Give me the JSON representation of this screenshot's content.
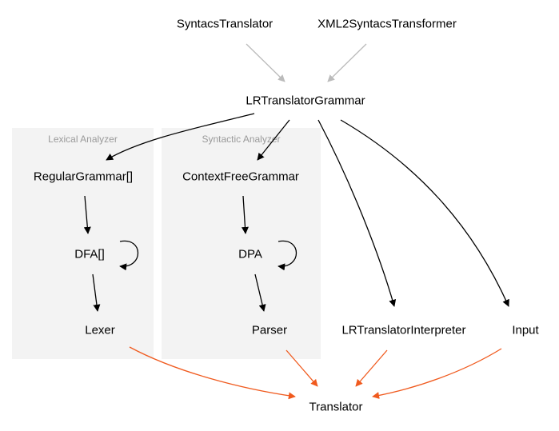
{
  "colors": {
    "default_edge": "#000000",
    "dependency_edge": "#bbbbbb",
    "output_edge": "#f05a1e",
    "cluster_fill": "#f3f3f3",
    "cluster_label": "#9a9a9a"
  },
  "clusters": [
    {
      "id": "lexical",
      "label": "Lexical Analyzer"
    },
    {
      "id": "syntactic",
      "label": "Syntactic Analyzer"
    }
  ],
  "nodes": {
    "syntacs_translator": "SyntacsTranslator",
    "xml2syntacs_transformer": "XML2SyntacsTransformer",
    "lr_translator_grammar": "LRTranslatorGrammar",
    "regular_grammar": "RegularGrammar[]",
    "context_free_grammar": "ContextFreeGrammar",
    "dfa": "DFA[]",
    "dpa": "DPA",
    "lexer": "Lexer",
    "parser": "Parser",
    "lr_translator_interpreter": "LRTranslatorInterpreter",
    "input": "Input",
    "translator": "Translator"
  },
  "edges": [
    {
      "from": "syntacs_translator",
      "to": "lr_translator_grammar",
      "style": "dependency"
    },
    {
      "from": "xml2syntacs_transformer",
      "to": "lr_translator_grammar",
      "style": "dependency"
    },
    {
      "from": "lr_translator_grammar",
      "to": "regular_grammar",
      "style": "default"
    },
    {
      "from": "lr_translator_grammar",
      "to": "context_free_grammar",
      "style": "default"
    },
    {
      "from": "lr_translator_grammar",
      "to": "lr_translator_interpreter",
      "style": "default"
    },
    {
      "from": "lr_translator_grammar",
      "to": "input",
      "style": "default"
    },
    {
      "from": "regular_grammar",
      "to": "dfa",
      "style": "default"
    },
    {
      "from": "dfa",
      "to": "dfa",
      "style": "default"
    },
    {
      "from": "dfa",
      "to": "lexer",
      "style": "default"
    },
    {
      "from": "context_free_grammar",
      "to": "dpa",
      "style": "default"
    },
    {
      "from": "dpa",
      "to": "dpa",
      "style": "default"
    },
    {
      "from": "dpa",
      "to": "parser",
      "style": "default"
    },
    {
      "from": "lexer",
      "to": "translator",
      "style": "output"
    },
    {
      "from": "parser",
      "to": "translator",
      "style": "output"
    },
    {
      "from": "lr_translator_interpreter",
      "to": "translator",
      "style": "output"
    },
    {
      "from": "input",
      "to": "translator",
      "style": "output"
    }
  ]
}
